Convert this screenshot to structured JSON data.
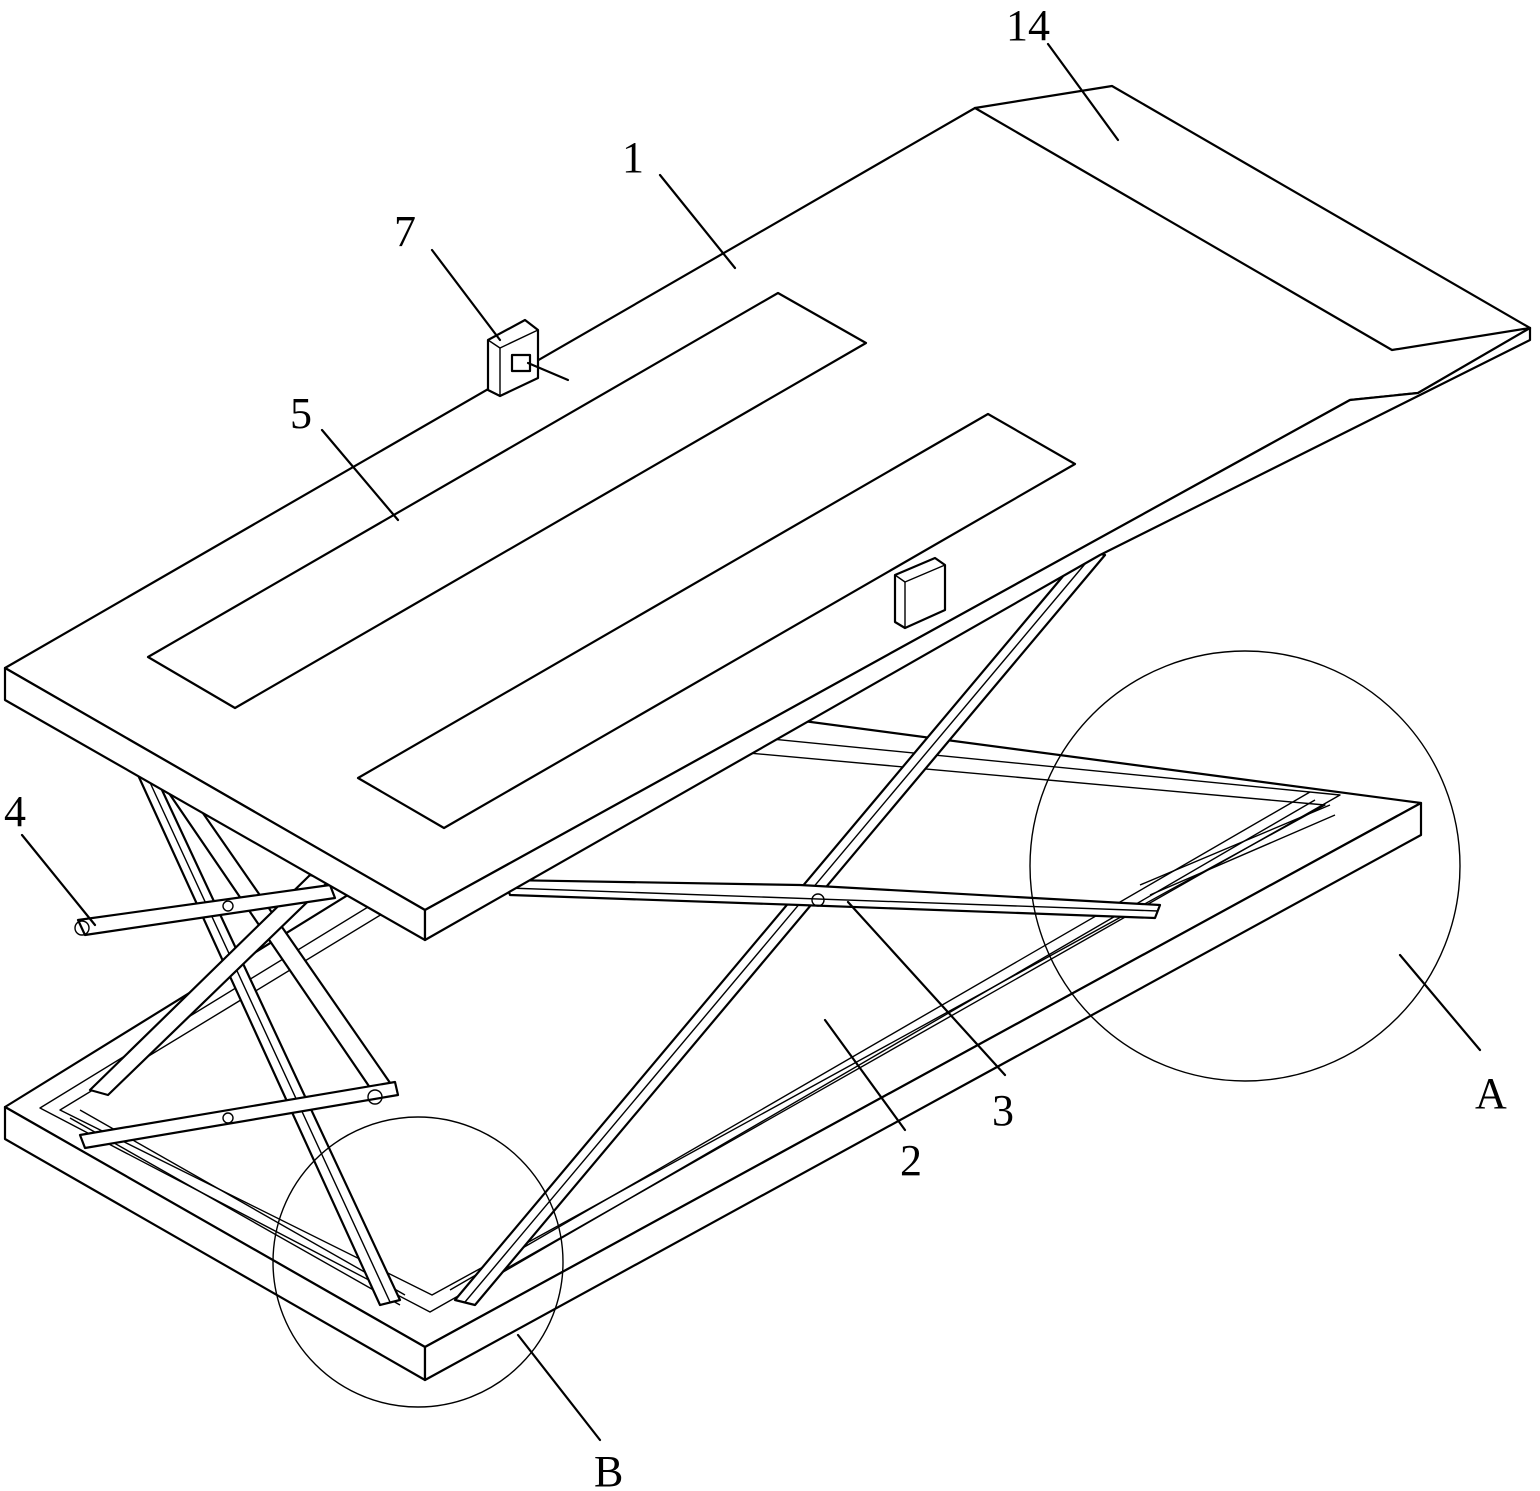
{
  "labels": {
    "l14": "14",
    "l1": "1",
    "l7": "7",
    "l5": "5",
    "l4": "4",
    "l3": "3",
    "l2": "2",
    "lA": "A",
    "lB": "B"
  }
}
